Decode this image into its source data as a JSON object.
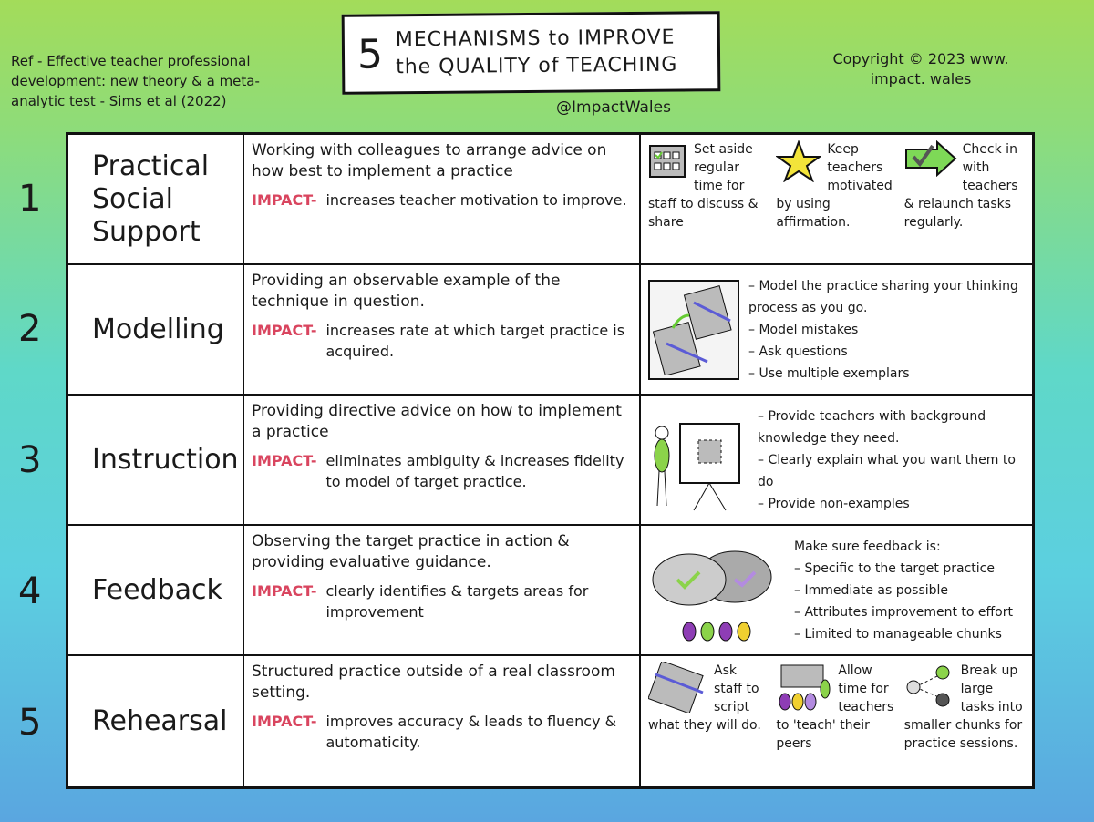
{
  "header": {
    "reference": "Ref - Effective teacher professional development: new theory & a meta-analytic test - Sims et al (2022)",
    "title_number": "5",
    "title": "MECHANISMS to IMPROVE the QUALITY of TEACHING",
    "copyright": "Copyright © 2023 www. impact. wales",
    "handle": "@ImpactWales"
  },
  "impact_label": "IMPACT-",
  "rows": [
    {
      "number": "1",
      "name": "Practical Social Support",
      "description": "Working with colleagues to arrange advice on how best to implement a practice",
      "impact": "increases teacher motivation to improve.",
      "tips": [
        "Set aside regular time for staff to discuss & share",
        "Keep teachers motivated by using affirmation.",
        "Check in with teachers & relaunch tasks regularly."
      ]
    },
    {
      "number": "2",
      "name": "Modelling",
      "description": "Providing an observable example of the technique in question.",
      "impact": "increases rate at which target practice is acquired.",
      "bullets": [
        "Model the practice sharing your thinking process as you go.",
        "Model mistakes",
        "Ask questions",
        "Use multiple exemplars"
      ]
    },
    {
      "number": "3",
      "name": "Instruction",
      "description": "Providing directive advice on how to implement a practice",
      "impact": "eliminates ambiguity & increases fidelity to model of target practice.",
      "bullets": [
        "Provide teachers with background knowledge they need.",
        "Clearly explain what you want them to do",
        "Provide non-examples"
      ]
    },
    {
      "number": "4",
      "name": "Feedback",
      "description": "Observing the target practice in action & providing evaluative guidance.",
      "impact": "clearly identifies & targets areas for improvement",
      "intro": "Make sure feedback is:",
      "bullets": [
        "Specific to the target practice",
        "Immediate as possible",
        "Attributes improvement to effort",
        "Limited to manageable chunks"
      ]
    },
    {
      "number": "5",
      "name": "Rehearsal",
      "description": "Structured practice outside of a real classroom setting.",
      "impact": "improves accuracy & leads to fluency & automaticity.",
      "tips": [
        "Ask staff to script what they will do.",
        "Allow time for teachers to 'teach' their peers",
        "Break up large tasks into smaller chunks for practice sessions."
      ]
    }
  ],
  "colors": {
    "impact": "#d9455f",
    "bg_top": "#a3dc5a",
    "bg_mid": "#5fd8c8",
    "bg_bottom": "#5aa6e0"
  }
}
